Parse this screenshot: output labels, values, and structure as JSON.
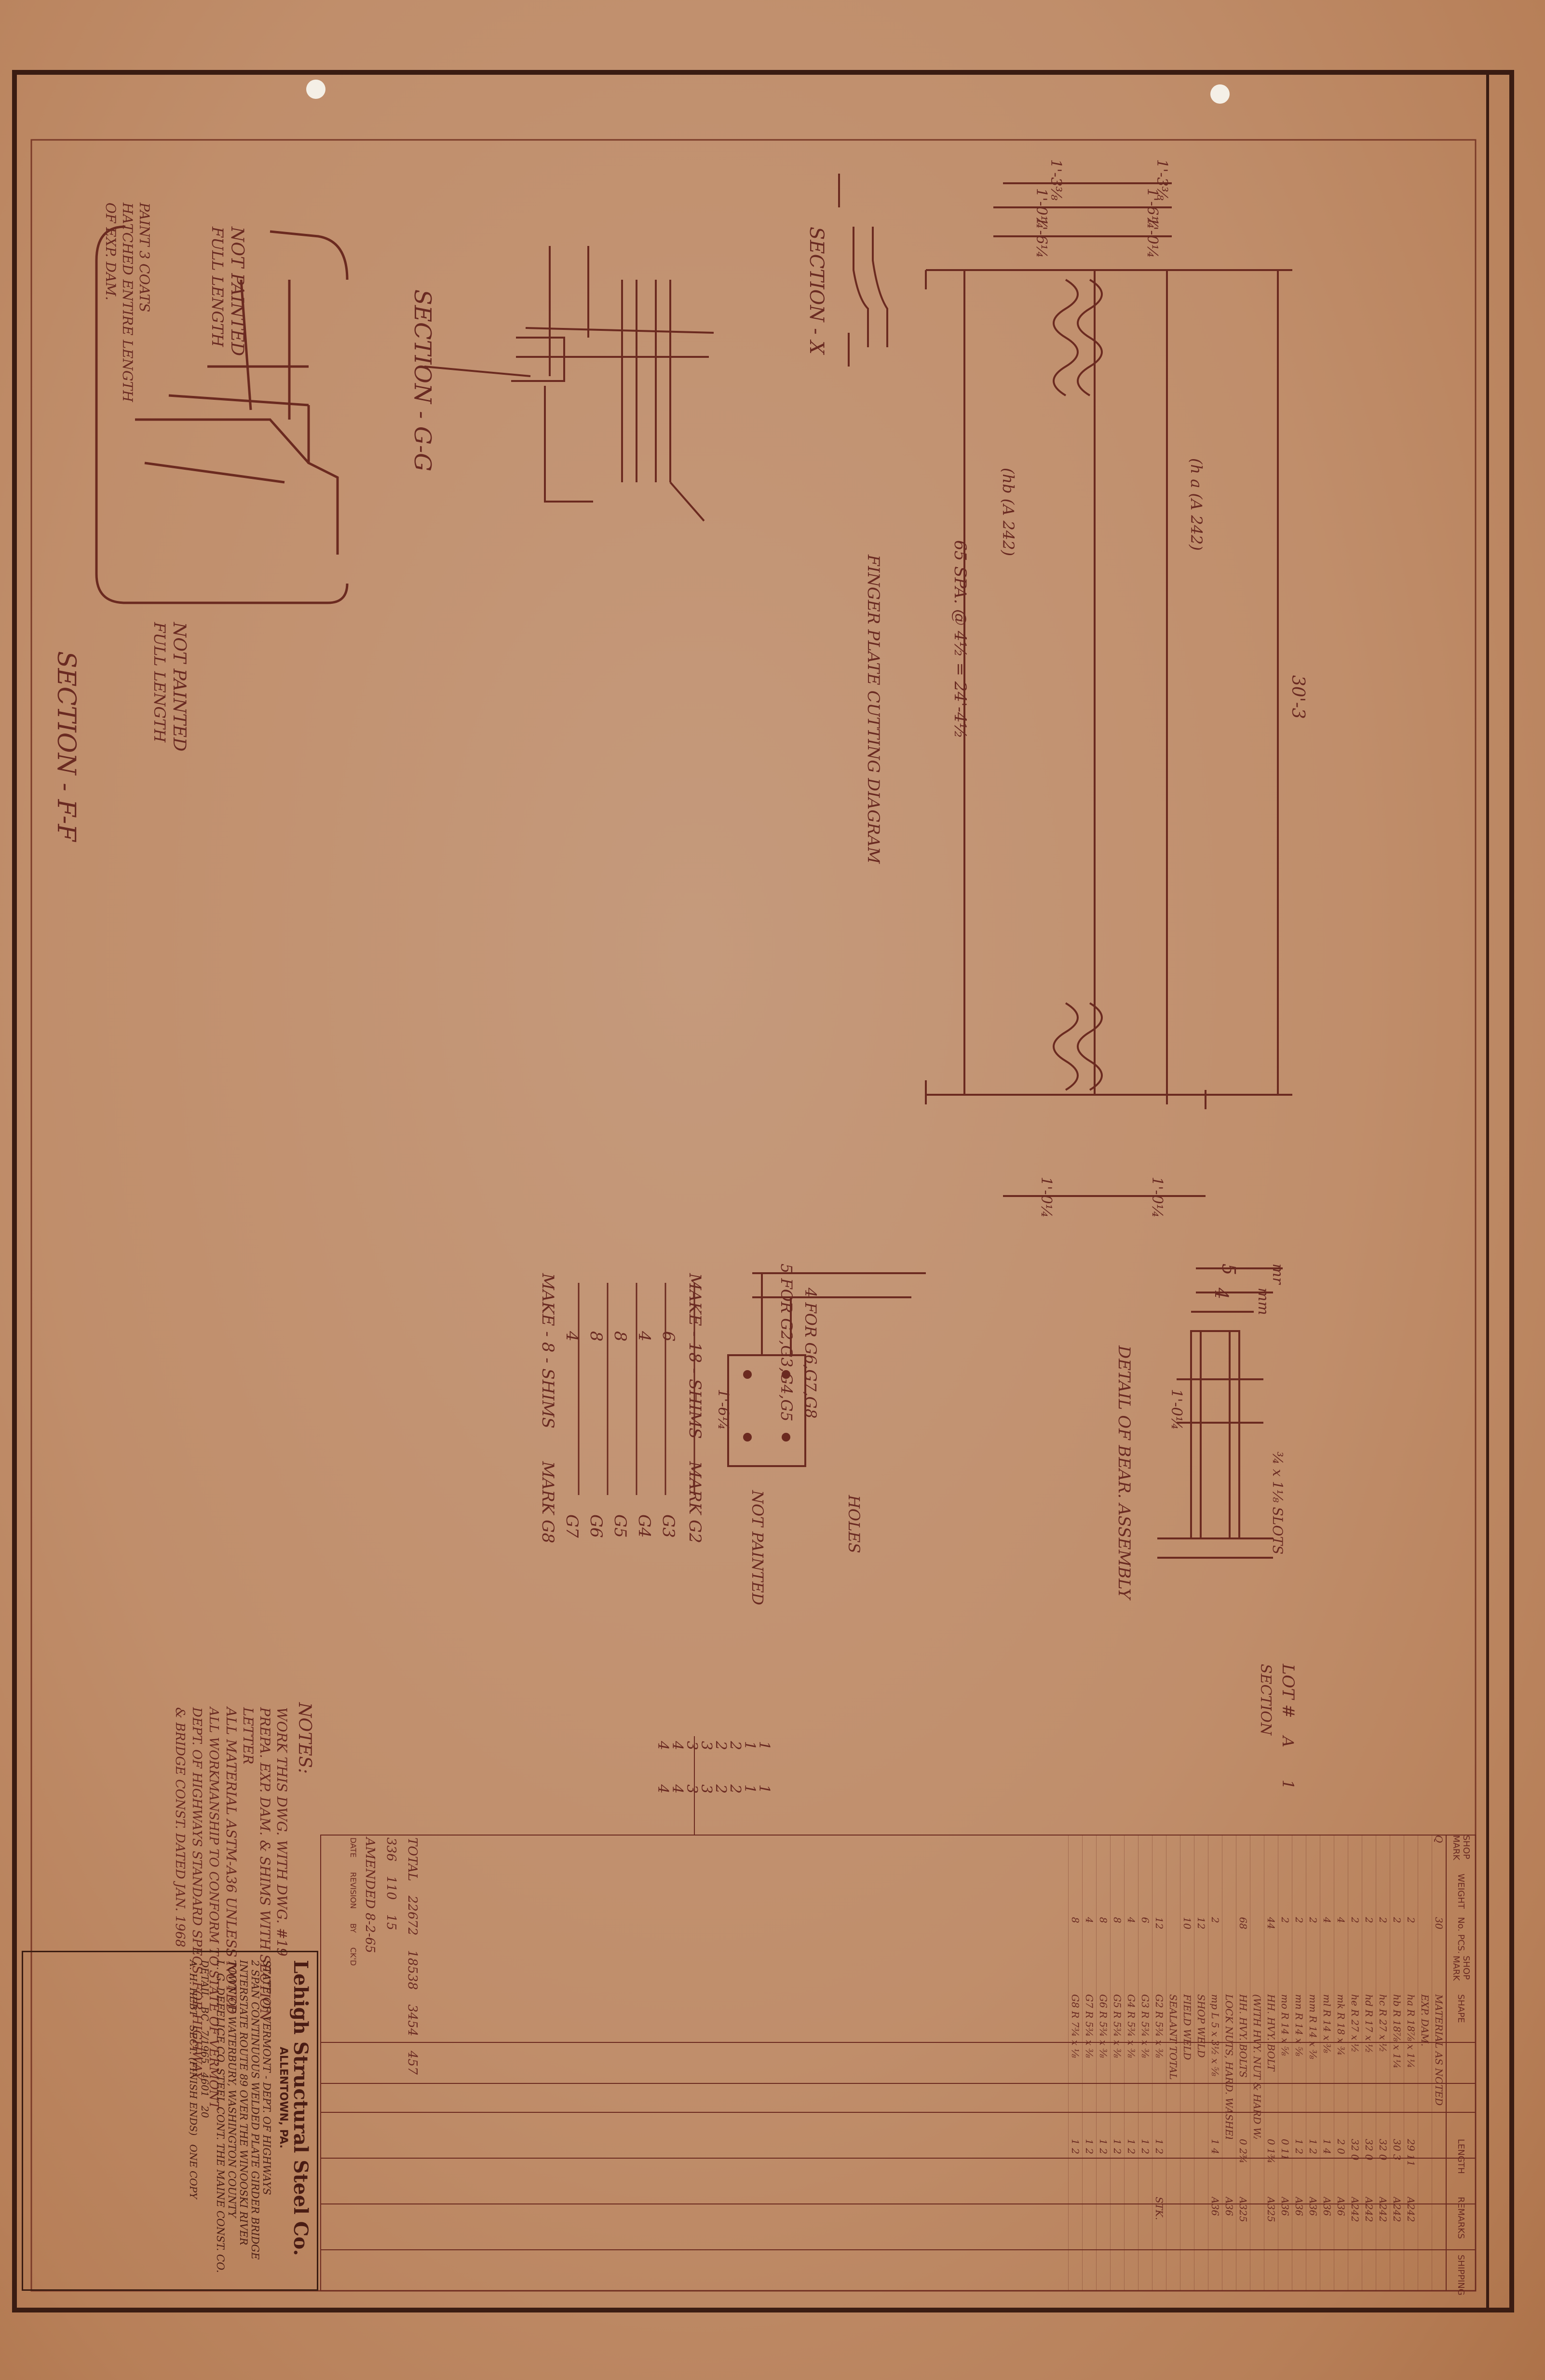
{
  "colors": {
    "paper": "#c59a7c",
    "ink": "#6b2a20",
    "border": "#3a1c12"
  },
  "sections": {
    "ff": "SECTION - F-F",
    "gg": "SECTION - G-G",
    "x": "SECTION - X",
    "not_painted_top": "NOT PAINTED",
    "full_length_top": "FULL LENGTH",
    "not_painted_bottom": "NOT PAINTED",
    "full_length_bottom": "FULL LENGTH",
    "paint_note": [
      "PAINT 3 COATS",
      "HATCHED ENTIRE LENGTH",
      "OF EXP. DAM."
    ]
  },
  "plate": {
    "title": "FINGER PLATE CUTTING DIAGRAM",
    "pitch": "65 SPA. @ 4½ = 24'-4½",
    "spec_upper": "(h a (A 242)",
    "spec_lower": "(hb (A 242)",
    "total_length": "30'-3",
    "dims_top": [
      "1'-3⅜",
      "1'-3⅜",
      "1'-0¼",
      "1'-6¼",
      "1'-6¼",
      "1'-0¼"
    ],
    "dims_bottom": [
      "1'-0¼",
      "1'-0¼"
    ]
  },
  "bearing": {
    "title": "DETAIL OF BEAR. ASSEMBLY",
    "label_5": "5",
    "label_4": "4",
    "mark_5": "mr",
    "mark_4": "mm",
    "slots": "¾ x 1⅛ SLOTS",
    "height": "1'-0¼"
  },
  "shims": {
    "label1": "5 FOR G2,G3,G4,G5",
    "label2": "4 FOR G6,G7,G8",
    "height": "1'-6¼",
    "holes": "HOLES",
    "not_painted": "NOT PAINTED",
    "rows": [
      {
        "make": "MAKE - 18 - SHIMS",
        "mark": "MARK G2"
      },
      {
        "make": "6",
        "mark": "G3"
      },
      {
        "make": "4",
        "mark": "G4"
      },
      {
        "make": "8",
        "mark": "G5"
      },
      {
        "make": "8",
        "mark": "G6"
      },
      {
        "make": "4",
        "mark": "G7"
      },
      {
        "make": "MAKE - 8 - SHIMS",
        "mark": "MARK G8"
      }
    ]
  },
  "notes": {
    "heading": "NOTES:",
    "lines": [
      "WORK THIS DWG. WITH DWG. #19",
      "PREPA. EXP. DAM. & SHIMS WITH SECTION",
      "LETTER",
      "ALL MATERIAL ASTM-A36 UNLESS NOTED",
      "ALL WORKMANSHIP TO CONFORM TO STATE OF VERMONT",
      "DEPT. OF HIGHWAYS STANDARD SPECS. FOR HIGHWAY",
      "& BRIDGE CONST. DATED JAN. 1968"
    ]
  },
  "lot": {
    "label": "LOT #",
    "section": "SECTION",
    "values_a": [
      "A",
      "1",
      "1",
      "2",
      "2",
      "3",
      "3",
      "4",
      "4"
    ],
    "values_b": [
      "1",
      "1",
      "1",
      "2",
      "2",
      "3",
      "3",
      "4",
      "4"
    ]
  },
  "table": {
    "headers": [
      "SHOP MARK",
      "WEIGHT",
      "No. PCS.",
      "SHOP MARK",
      "SHAPE",
      "LENGTH",
      "REMARKS",
      "SHIPPING"
    ],
    "rows": [
      {
        "mark": "Q",
        "qty": "30",
        "shape": "MATERIAL AS NOTED",
        "length": "",
        "remarks": ""
      },
      {
        "mark": "",
        "qty": "",
        "shape": "EXP. DAM.",
        "length": "",
        "remarks": ""
      },
      {
        "mark": "",
        "qty": "2",
        "shape": "ha  R 18⅞ x 1¼",
        "length": "29 11",
        "remarks": "A242"
      },
      {
        "mark": "",
        "qty": "2",
        "shape": "hb  R 18⅞ x 1¼",
        "length": "30 3",
        "remarks": "A242"
      },
      {
        "mark": "",
        "qty": "2",
        "shape": "hc  R 27 x ½",
        "length": "32 0",
        "remarks": "A242"
      },
      {
        "mark": "",
        "qty": "2",
        "shape": "hd  R 17 x ½",
        "length": "32 0",
        "remarks": "A242"
      },
      {
        "mark": "",
        "qty": "2",
        "shape": "he  R 27 x ½",
        "length": "32 0",
        "remarks": "A242"
      },
      {
        "mark": "",
        "qty": "4",
        "shape": "mk  R 18 x ¾",
        "length": "2 0",
        "remarks": "A36"
      },
      {
        "mark": "",
        "qty": "4",
        "shape": "ml  R 14 x ⅜",
        "length": "1 4",
        "remarks": "A36"
      },
      {
        "mark": "",
        "qty": "2",
        "shape": "mm  R 14 x ⅜",
        "length": "1 2",
        "remarks": "A36"
      },
      {
        "mark": "",
        "qty": "2",
        "shape": "mn  R 14 x ⅝",
        "length": "1 2",
        "remarks": "A36"
      },
      {
        "mark": "",
        "qty": "2",
        "shape": "mo  R 14 x ⅝",
        "length": "0 11",
        "remarks": "A36"
      },
      {
        "mark": "",
        "qty": "44",
        "shape": "HH. HVY. BOLT",
        "length": "0 1¾",
        "remarks": "A325"
      },
      {
        "mark": "",
        "qty": "",
        "shape": "(WITH HVY. NUT & HARD WASHER)",
        "length": "",
        "remarks": ""
      },
      {
        "mark": "",
        "qty": "68",
        "shape": "HH. HVY. BOLTS",
        "length": "0 2¾",
        "remarks": "A325"
      },
      {
        "mark": "",
        "qty": "",
        "shape": "LOCK NUTS, HARD. WASHERS",
        "length": "",
        "remarks": "A36"
      },
      {
        "mark": "",
        "qty": "2",
        "shape": "mp  L 5 x 3½ x ⅝",
        "length": "1 4",
        "remarks": "A36"
      },
      {
        "mark": "",
        "qty": "12",
        "shape": "SHOP WELD",
        "length": "",
        "remarks": ""
      },
      {
        "mark": "",
        "qty": "10",
        "shape": "FIELD WELD",
        "length": "",
        "remarks": ""
      },
      {
        "mark": "",
        "qty": "",
        "shape": "SEALANT TOTAL",
        "length": "",
        "remarks": ""
      },
      {
        "mark": "",
        "qty": "12",
        "shape": "G2  R 5¾ x ⅜",
        "length": "1 2",
        "remarks": "STK."
      },
      {
        "mark": "",
        "qty": "6",
        "shape": "G3  R 5¾ x ⅜",
        "length": "1 2",
        "remarks": ""
      },
      {
        "mark": "",
        "qty": "4",
        "shape": "G4  R 5¾ x ⅜",
        "length": "1 2",
        "remarks": ""
      },
      {
        "mark": "",
        "qty": "8",
        "shape": "G5  R 5¾ x ⅜",
        "length": "1 2",
        "remarks": ""
      },
      {
        "mark": "",
        "qty": "8",
        "shape": "G6  R 5¾ x ⅜",
        "length": "1 2",
        "remarks": ""
      },
      {
        "mark": "",
        "qty": "4",
        "shape": "G7  R 5¾ x ⅜",
        "length": "1 2",
        "remarks": ""
      },
      {
        "mark": "",
        "qty": "8",
        "shape": "G8  R 7¾ x ⅛",
        "length": "1 2",
        "remarks": ""
      }
    ],
    "total_label": "TOTAL",
    "total_weight": "22672",
    "weights": [
      "18538",
      "3454",
      "457"
    ],
    "weights2": [
      "336",
      "110",
      "15"
    ],
    "revision_note": "AMENDED 8-2-65",
    "revision_headers": [
      "DATE",
      "REVISION",
      "BY",
      "CK'D"
    ]
  },
  "title_block": {
    "company": "Lehigh Structural Steel Co.",
    "city": "ALLENTOWN, PA.",
    "lines": [
      "STATE OF VERMONT - DEPT. OF HIGHWAYS",
      "2 SPAN CONTINUOUS WELDED PLATE GIRDER BRIDGE",
      "INTERSTATE ROUTE 89 OVER THE WINOOSKI RIVER",
      "TOWN OF WATERBURY, WASHINGTON COUNTY",
      "L. G. DEFELICE CO. STEEL CONT. THE MAINE CONST. CO."
    ],
    "detail_label": "DETAIL",
    "detail_by": "BC",
    "date": "7/1965",
    "job_no": "4601",
    "check_by": "A. H. HEBT",
    "drawing_no": "20",
    "shop_label": "ONE COPY",
    "contract": "SECT. (FINISH ENDS)"
  }
}
